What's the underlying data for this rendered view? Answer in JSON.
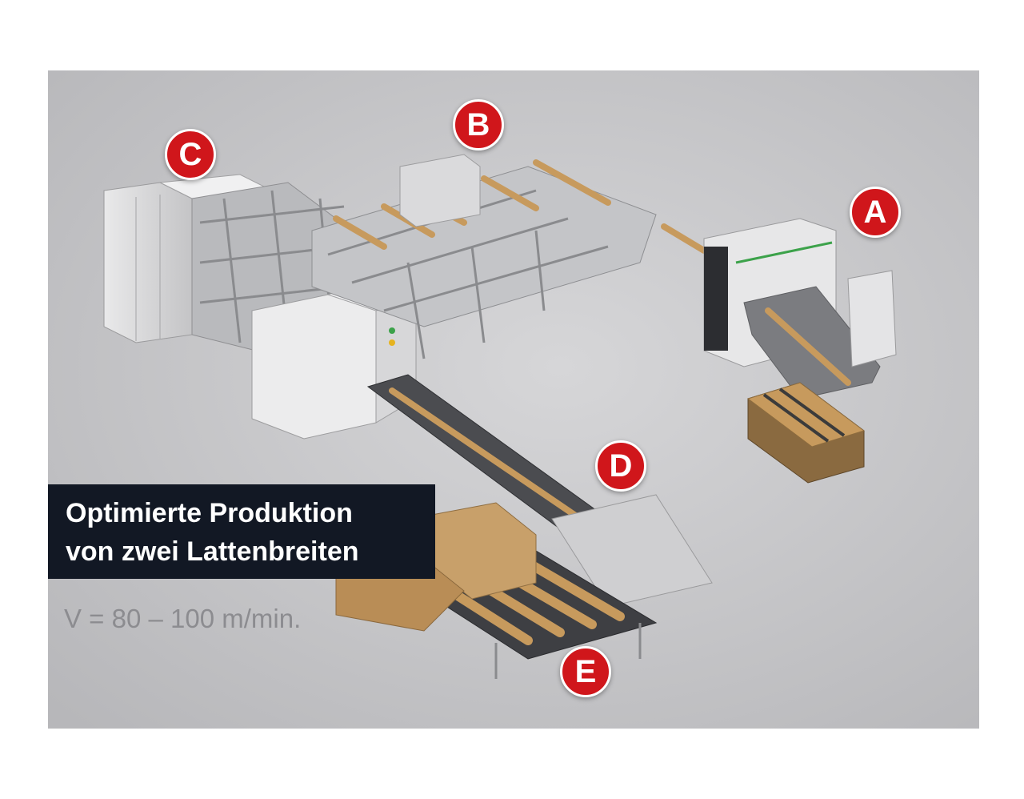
{
  "markers": {
    "a": "A",
    "b": "B",
    "c": "C",
    "d": "D",
    "e": "E"
  },
  "caption": {
    "line1": "Optimierte Produktion",
    "line2": "von zwei Lattenbreiten",
    "speed": "V = 80 – 100 m/min."
  },
  "colors": {
    "marker": "#d0161b",
    "caption_background": "#121824",
    "floor": "#c9c9cb",
    "wood": "#c79a5d"
  }
}
